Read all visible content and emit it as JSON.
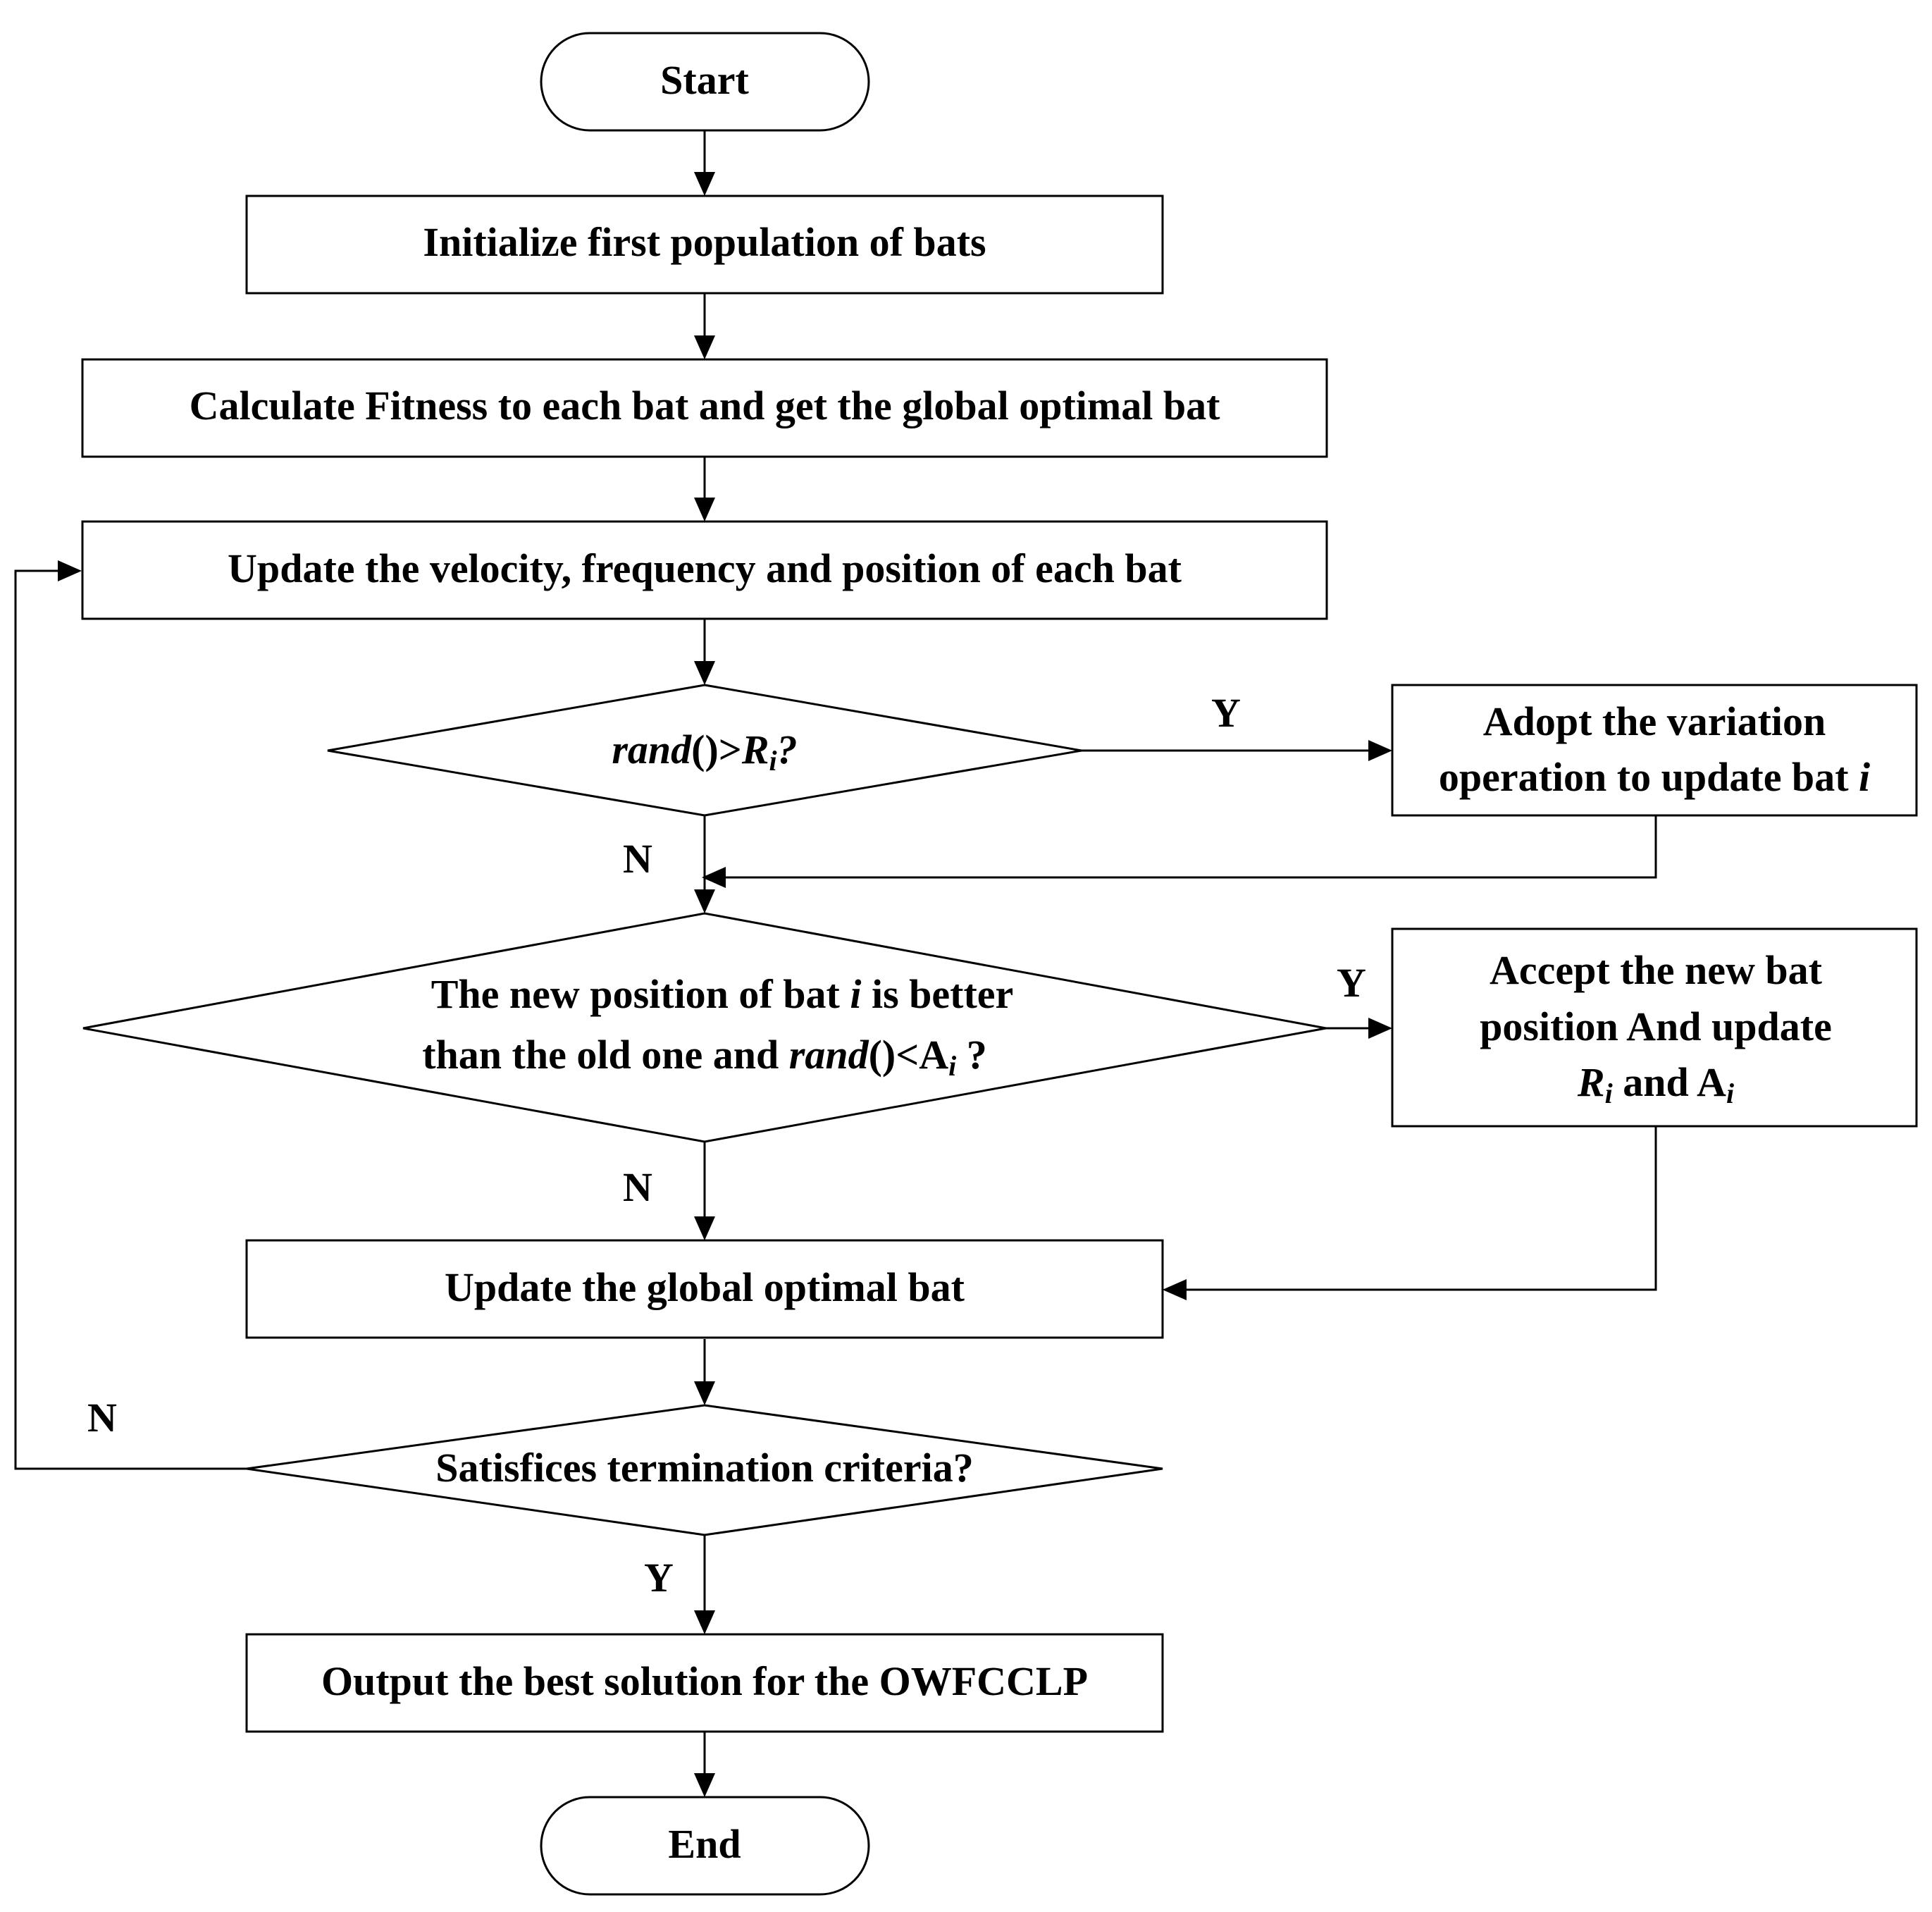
{
  "flowchart": {
    "nodes": {
      "start": {
        "label": "Start"
      },
      "init": {
        "label": "Initialize first population of bats"
      },
      "fitness": {
        "label": "Calculate Fitness to each bat and get the global optimal bat"
      },
      "update_vfp": {
        "label": "Update the velocity, frequency and position of each bat"
      },
      "decision_rand_r": {
        "pre": "rand",
        "mid": "()>",
        "var": "R",
        "sub": "i",
        "post": "?"
      },
      "adopt_variation": {
        "line1": "Adopt the variation",
        "line2_text": "operation to update bat ",
        "line2_var": "i"
      },
      "decision_better": {
        "line1_pre": "The new position of bat ",
        "line1_var": "i",
        "line1_post": " is better",
        "line2_pre": "than the old one and  ",
        "line2_rand": "rand",
        "line2_mid": "()<A",
        "line2_sub": "i",
        "line2_post": " ?"
      },
      "accept_new": {
        "line1": "Accept the new bat",
        "line2": "position And update",
        "line3_var": "R",
        "line3_sub": "i",
        "line3_mid": "  and A",
        "line3_sub2": "i"
      },
      "update_global": {
        "label": "Update the global optimal bat"
      },
      "decision_termination": {
        "label": "Satisfices termination criteria?"
      },
      "output": {
        "label": "Output the best solution for the OWFCCLP"
      },
      "end": {
        "label": "End"
      }
    },
    "edge_labels": {
      "rand_r_yes": "Y",
      "rand_r_no": "N",
      "better_yes": "Y",
      "better_no": "N",
      "termination_no": "N",
      "termination_yes": "Y"
    }
  }
}
